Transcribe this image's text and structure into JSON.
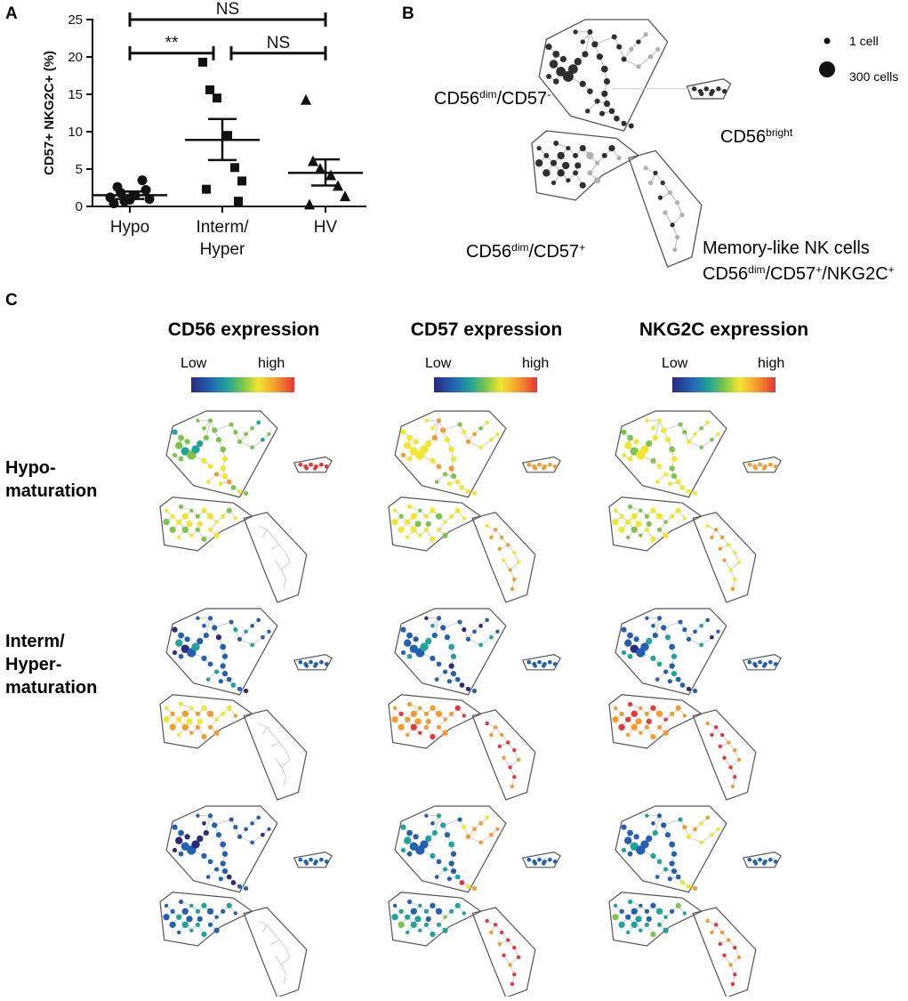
{
  "panels": {
    "a": {
      "letter": "A"
    },
    "b": {
      "letter": "B"
    },
    "c": {
      "letter": "C"
    }
  },
  "colors": {
    "ink": "#111111",
    "tree_outline": "#555555",
    "cell_dark": "#2f2f2f",
    "cell_light": "#b0b0b0",
    "scale_low": "#2b2a7d",
    "scale_high": "#e8343a"
  },
  "chart_data": {
    "type": "scatter",
    "ylabel": "CD57+ NKG2C+ (%)",
    "ylim": [
      0,
      25
    ],
    "yticks": [
      0,
      5,
      10,
      15,
      20,
      25
    ],
    "categories": [
      "Hypo",
      "Interm/\nHyper",
      "HV"
    ],
    "category_lines": [
      [
        "Hypo"
      ],
      [
        "Interm/",
        "Hyper"
      ],
      [
        "HV"
      ]
    ],
    "series": [
      {
        "category": "Hypo",
        "marker": "circle",
        "values": [
          1.2,
          2.6,
          0.7,
          1.5,
          3.5,
          1.0,
          0.4,
          2.2,
          0.9,
          1.8
        ],
        "mean": 1.5,
        "sem": [
          1.0,
          2.0
        ]
      },
      {
        "category": "Interm/\nHyper",
        "marker": "square",
        "values": [
          19.3,
          15.6,
          14.5,
          9.5,
          5.2,
          3.4,
          2.3,
          0.7
        ],
        "mean": 8.9,
        "sem": [
          6.2,
          11.7
        ]
      },
      {
        "category": "HV",
        "marker": "triangle",
        "values": [
          14.2,
          6.0,
          5.0,
          4.1,
          2.7,
          1.3,
          0.2
        ],
        "mean": 4.5,
        "sem": [
          2.8,
          6.3
        ]
      }
    ],
    "comparisons": [
      {
        "from": 0,
        "to": 2,
        "y": 25,
        "label": "NS"
      },
      {
        "from": 0,
        "to": 1,
        "y": 20.5,
        "label": "**"
      },
      {
        "from": 1,
        "to": 2,
        "y": 20.5,
        "label": "NS"
      }
    ]
  },
  "spade_legend": {
    "size_small": "1 cell",
    "size_large": "300 cells",
    "populations": {
      "cd57neg": {
        "base": "CD56",
        "sup": "dim",
        "tail": "/CD57",
        "tail_sup": "-"
      },
      "bright": {
        "base": "CD56",
        "sup": "bright"
      },
      "cd57pos": {
        "base": "CD56",
        "sup": "dim",
        "tail": "/CD57",
        "tail_sup": "+"
      },
      "memory_title": "Memory-like NK cells",
      "memory": {
        "base": "CD56",
        "sup": "dim",
        "mid": "/CD57",
        "mid_sup": "+",
        "tail": "/NKG2C",
        "tail_sup": "+"
      }
    }
  },
  "heatmap_panel": {
    "columns": [
      {
        "title": "CD56 expression",
        "low": "Low",
        "high": "high"
      },
      {
        "title": "CD57 expression",
        "low": "Low",
        "high": "high"
      },
      {
        "title": "NKG2C expression",
        "low": "Low",
        "high": "high"
      }
    ],
    "rows": [
      {
        "lines": [
          "Hypo-",
          "maturation"
        ]
      },
      {
        "lines": [
          "Interm/",
          "Hyper-",
          "maturation"
        ]
      },
      {
        "lines": []
      }
    ]
  }
}
